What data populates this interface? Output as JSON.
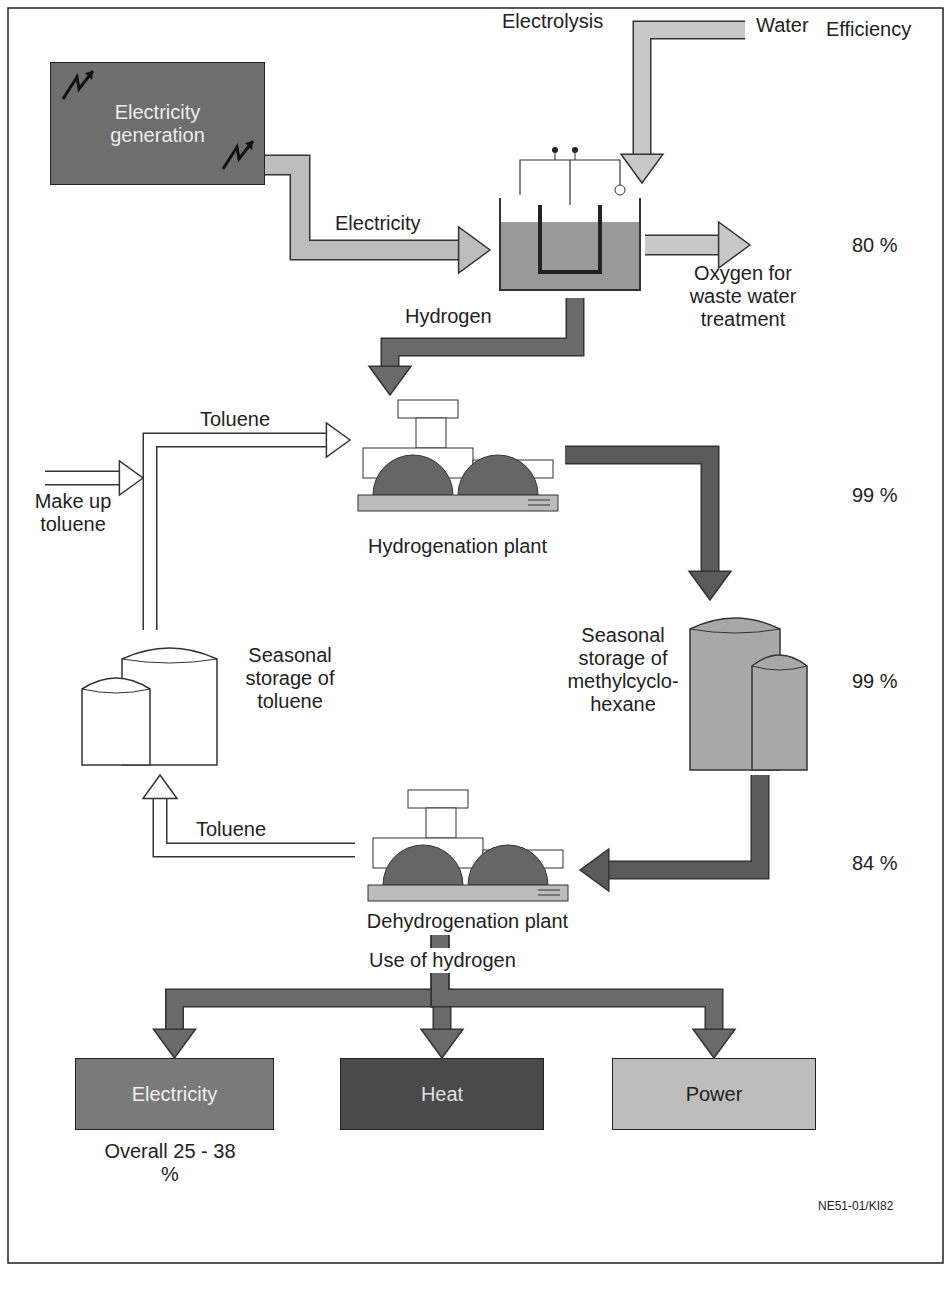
{
  "diagram": {
    "nodes": [
      {
        "text": [
          "Electricity generation"
        ]
      },
      {
        "text": [
          "Electrolysis"
        ]
      },
      {
        "text": [
          "Hydrogenation plant"
        ]
      },
      {
        "text": [
          "Seasonal storage of toluene"
        ]
      },
      {
        "text": [
          "Seasonal storage of methylcyclo- hexane"
        ]
      },
      {
        "text": [
          "Dehydrogenation plant"
        ]
      },
      {
        "text": [
          "Electricity"
        ]
      },
      {
        "text": [
          "Heat"
        ]
      },
      {
        "text": [
          "Power"
        ]
      }
    ],
    "edges": [
      {
        "from": 0,
        "to": 1,
        "arrow": "to",
        "label": "Electricity"
      },
      {
        "from": 1,
        "to": 2,
        "arrow": "to",
        "label": "Hydrogen"
      },
      {
        "from": 3,
        "to": 2,
        "arrow": "to",
        "label": "Toluene"
      },
      {
        "from": 2,
        "to": 4,
        "arrow": "to"
      },
      {
        "from": 4,
        "to": 5,
        "arrow": "to"
      },
      {
        "from": 5,
        "to": 3,
        "arrow": "to",
        "label": "Toluene"
      },
      {
        "from": 5,
        "to": 6,
        "arrow": "to"
      },
      {
        "from": 5,
        "to": 7,
        "arrow": "to",
        "label": "Use of hydrogen"
      },
      {
        "from": 5,
        "to": 8,
        "arrow": "to"
      }
    ],
    "labels": [
      "Efficiency",
      "Water",
      "Oxygen for waste water treatment",
      "80 %",
      "Make up toluene",
      "99 %",
      "99 %",
      "84 %",
      "Overall 25 - 38 %",
      "NE51-01/KI82"
    ]
  }
}
